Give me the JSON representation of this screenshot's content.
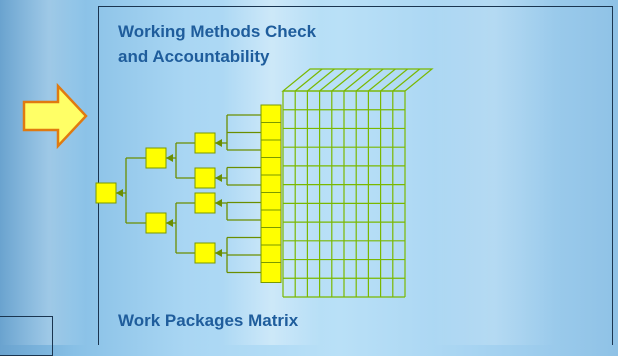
{
  "title": {
    "line1": "Working Methods Check",
    "line2": "and Accountability"
  },
  "caption": "Work Packages Matrix",
  "colors": {
    "box_fill": "#ffff00",
    "box_stroke": "#7a9a00",
    "connector": "#6b8e00",
    "grid": "#7ab800",
    "arrow_fill": "#ffff66",
    "arrow_stroke": "#e07a10",
    "text": "#1f5d9c"
  },
  "icons": {
    "pointer": "right-arrow-icon"
  }
}
